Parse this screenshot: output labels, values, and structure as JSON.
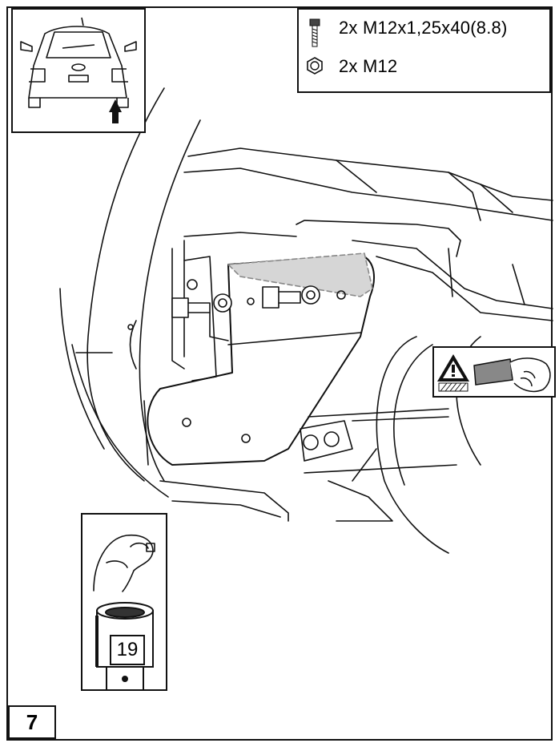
{
  "parts": [
    {
      "icon": "bolt-icon",
      "label": "2x M12x1,25x40(8.8)"
    },
    {
      "icon": "nut-icon",
      "label": "2x M12"
    }
  ],
  "tool": {
    "socket_size": "19"
  },
  "step": {
    "number": "7"
  }
}
